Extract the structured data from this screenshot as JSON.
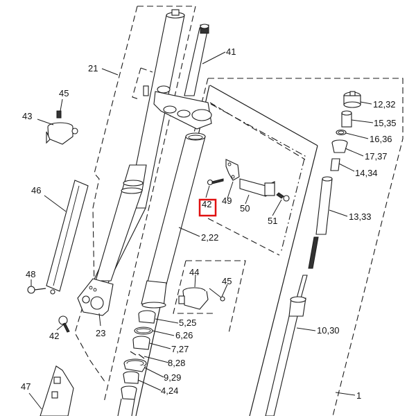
{
  "diagram": {
    "title": "Front fork exploded parts diagram",
    "highlight_color": "#e01010",
    "highlighted_callout": "42",
    "callouts": [
      {
        "id": "c21",
        "text": "21"
      },
      {
        "id": "c41",
        "text": "41"
      },
      {
        "id": "c45a",
        "text": "45"
      },
      {
        "id": "c43",
        "text": "43"
      },
      {
        "id": "c46",
        "text": "46"
      },
      {
        "id": "c48",
        "text": "48"
      },
      {
        "id": "c42a",
        "text": "42"
      },
      {
        "id": "c23",
        "text": "23"
      },
      {
        "id": "c47",
        "text": "47"
      },
      {
        "id": "c42b",
        "text": "42"
      },
      {
        "id": "c49",
        "text": "49"
      },
      {
        "id": "c50",
        "text": "50"
      },
      {
        "id": "c51",
        "text": "51"
      },
      {
        "id": "c222",
        "text": "2,22"
      },
      {
        "id": "c44",
        "text": "44"
      },
      {
        "id": "c45b",
        "text": "45"
      },
      {
        "id": "c525",
        "text": "5,25"
      },
      {
        "id": "c626",
        "text": "6,26"
      },
      {
        "id": "c727",
        "text": "7,27"
      },
      {
        "id": "c828",
        "text": "8,28"
      },
      {
        "id": "c929",
        "text": "9,29"
      },
      {
        "id": "c424",
        "text": "4,24"
      },
      {
        "id": "c1232",
        "text": "12,32"
      },
      {
        "id": "c1535",
        "text": "15,35"
      },
      {
        "id": "c1636",
        "text": "16,36"
      },
      {
        "id": "c1737",
        "text": "17,37"
      },
      {
        "id": "c1434",
        "text": "14,34"
      },
      {
        "id": "c1333",
        "text": "13,33"
      },
      {
        "id": "c1030",
        "text": "10,30"
      },
      {
        "id": "c1",
        "text": "1"
      }
    ]
  }
}
